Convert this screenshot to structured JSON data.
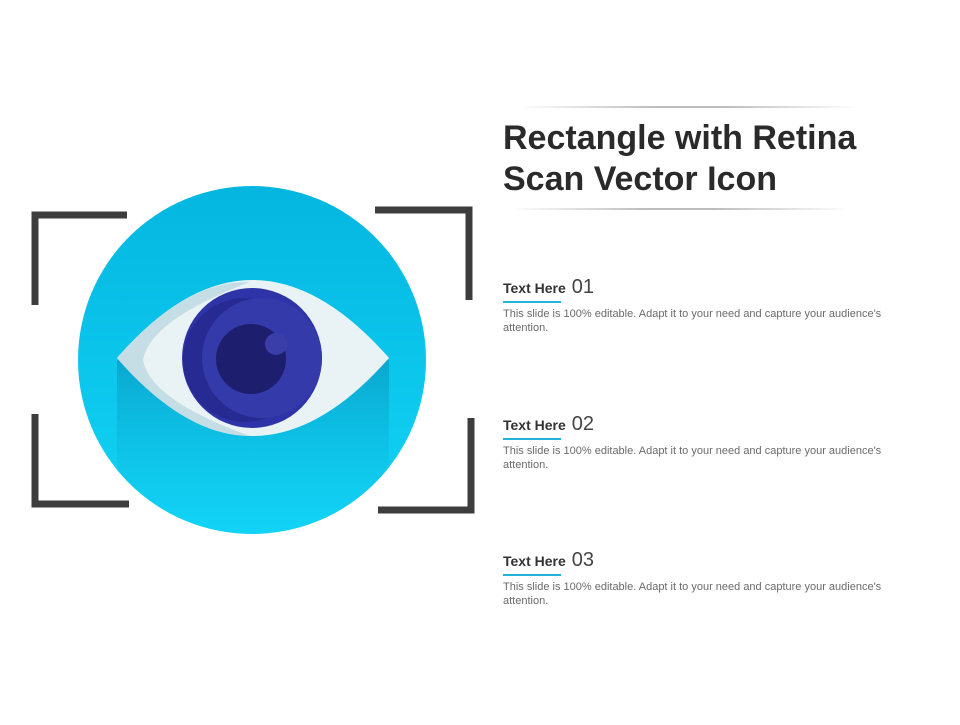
{
  "slide": {
    "title": "Rectangle with Retina Scan Vector Icon"
  },
  "items": [
    {
      "label": "Text Here",
      "number": "01",
      "text": "This slide is 100% editable. Adapt it to your need and capture your audience's attention."
    },
    {
      "label": "Text Here",
      "number": "02",
      "text": "This slide is 100% editable. Adapt it to your need and capture your audience's attention."
    },
    {
      "label": "Text Here",
      "number": "03",
      "text": "This slide is 100% editable. Adapt it to your need and capture your audience's attention."
    }
  ],
  "colors": {
    "circle": "#12c3ea",
    "iris_outer": "#2f33a8",
    "pupil": "#1e1e6e",
    "frame": "#3d3d3d",
    "accent_line": "#26b3d8"
  },
  "icons": [
    "retina-scan-icon",
    "eye-icon",
    "scan-frame-icon"
  ]
}
